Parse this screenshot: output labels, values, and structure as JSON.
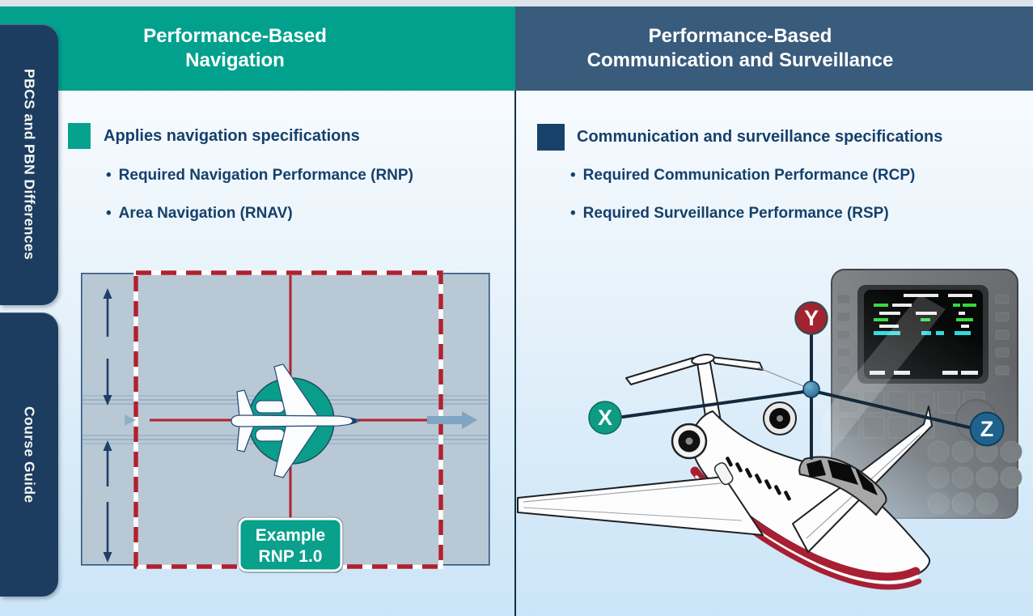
{
  "page": {
    "top_strip_color": "#dce3e9",
    "background_top": "#f6fafd",
    "background_bottom": "#cbe5f8"
  },
  "sidebar": {
    "tabs": [
      {
        "label": "PBCS and PBN Differences"
      },
      {
        "label": "Course Guide"
      }
    ]
  },
  "glyphs": {
    "bullet": "•"
  },
  "left_panel": {
    "header": {
      "line1": "Performance-Based",
      "line2": "Navigation"
    },
    "lead": "Applies navigation specifications",
    "bullets": [
      {
        "text": "Required Navigation Performance (RNP)"
      },
      {
        "text": "Area Navigation (RNAV)"
      }
    ],
    "diagram": {
      "badge_line1": "Example",
      "badge_line2": "RNP 1.0"
    }
  },
  "right_panel": {
    "header": {
      "line1": "Performance-Based",
      "line2": "Communication and Surveillance"
    },
    "lead": "Communication and surveillance specifications",
    "bullets": [
      {
        "text": "Required Communication Performance (RCP)"
      },
      {
        "text": "Required Surveillance Performance (RSP)"
      }
    ],
    "axes": {
      "x_label": "X",
      "y_label": "Y",
      "z_label": "Z"
    }
  },
  "colors": {
    "teal_header": "#01a18d",
    "slate_header": "#395c7d",
    "navy_tab": "#1c3d60",
    "body_text": "#15406b",
    "teal_square": "#05a28e",
    "navy_square": "#164269",
    "diagram_bg": "#b9c8d5",
    "dash_red": "#b0212f",
    "circle_teal": "#0a9e8a",
    "badge_green": "#09a08c",
    "arrow_steel": "#7fa5c2",
    "axis_x_badge": "#0f9a84",
    "axis_y_badge": "#a2232f",
    "axis_z_badge": "#1f628e"
  }
}
